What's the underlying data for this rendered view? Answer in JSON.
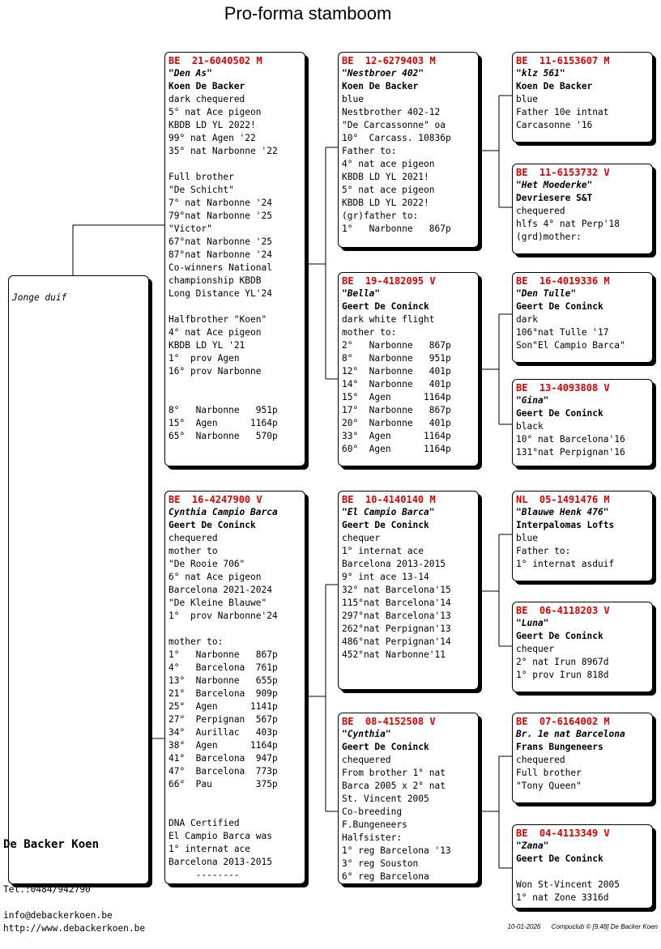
{
  "title": "Pro-forma stamboom",
  "subject": {
    "label": "Jonge duif"
  },
  "breeder": {
    "name": "De Backer Koen",
    "phone": "Tel.:0484/942790",
    "email": "info@debackerkoen.be",
    "web": "http://www.debackerkoen.be"
  },
  "footer": {
    "date": "10-01-2026",
    "software": "Compuclub © [9.48]  De Backer Koen"
  },
  "pigeons": {
    "father": {
      "ring": "BE  21-6040502 M",
      "name": "\"Den As\"",
      "owner": "Koen De Backer",
      "lines": [
        "dark chequered",
        "5° nat Ace pigeon",
        "KBDB LD YL 2022!",
        "99° nat Agen '22",
        "35° nat Narbonne '22",
        "",
        "Full brother",
        "\"De Schicht\"",
        "7° nat Narbonne '24",
        "79°nat Narbonne '25",
        "\"Victor\"",
        "67°nat Narbonne '25",
        "87°nat Narbonne '24",
        "Co-winners National",
        "championship KBDB",
        "Long Distance YL'24",
        "",
        "Halfbrother \"Koen\"",
        "4° nat Ace pigeon",
        "KBDB LD YL '21",
        "1°  prov Agen",
        "16° prov Narbonne",
        "",
        "",
        "8°   Narbonne   951p",
        "15°  Agen      1164p",
        "65°  Narbonne   570p"
      ]
    },
    "mother": {
      "ring": "BE  16-4247900 V",
      "name": "Cynthia Campio Barca",
      "owner": "Geert De Coninck",
      "lines": [
        "chequered",
        "mother to",
        "\"De Rooie 706\"",
        "6° nat Ace pigeon",
        "Barcelona 2021-2024",
        "\"De Kleine Blauwe\"",
        "1°  prov Narbonne'24",
        "",
        "mother to:",
        "1°   Narbonne   867p",
        "4°   Barcelona  761p",
        "13°  Narbonne   655p",
        "21°  Barcelona  909p",
        "25°  Agen      1141p",
        "27°  Perpignan  567p",
        "34°  Aurillac   403p",
        "38°  Agen      1164p",
        "41°  Barcelona  947p",
        "47°  Barcelona  773p",
        "66°  Pau        375p",
        "",
        "",
        "DNA Certified",
        "El Campio Barca was",
        "1° internat ace",
        "Barcelona 2013-2015",
        "     --------"
      ]
    },
    "ff": {
      "ring": "BE  12-6279403 M",
      "name": "\"Nestbroer 402\"",
      "owner": "Koen De Backer",
      "lines": [
        "blue",
        "Nestbrother 402-12",
        "\"De Carcassonne\" oa",
        "10°  Carcass. 10836p",
        "Father to:",
        "4° nat ace pigeon",
        "KBDB LD YL 2021!",
        "5° nat ace pigeon",
        "KBDB LD YL 2022!",
        "(gr)father to:",
        "1°   Narbonne   867p"
      ]
    },
    "fm": {
      "ring": "BE  19-4182095 V",
      "name": "\"Bella\"",
      "owner": "Geert De Coninck",
      "lines": [
        "dark white flight",
        "mother to:",
        "2°   Narbonne   867p",
        "8°   Narbonne   951p",
        "12°  Narbonne   401p",
        "14°  Narbonne   401p",
        "15°  Agen      1164p",
        "17°  Narbonne   867p",
        "20°  Narbonne   401p",
        "33°  Agen      1164p",
        "60°  Agen      1164p"
      ]
    },
    "mf": {
      "ring": "BE  10-4140140 M",
      "name": "\"El Campio Barca\"",
      "owner": "Geert De Coninck",
      "lines": [
        "chequer",
        "1° internat ace",
        "Barcelona 2013-2015",
        "9° int ace 13-14",
        "32° nat Barcelona'15",
        "115°nat Barcelona'14",
        "297°nat Barcelona'13",
        "262°nat Perpignan'13",
        "486°nat Perpignan'14",
        "452°nat Narbonne'11"
      ]
    },
    "mm": {
      "ring": "BE  08-4152508 V",
      "name": "\"Cynthia\"",
      "owner": "Geert De Coninck",
      "lines": [
        "chequered",
        "From brother 1° nat",
        "Barca 2005 x 2° nat",
        "St. Vincent 2005",
        "Co-breeding",
        "F.Bungeneers",
        "Halfsister:",
        "1° reg Barcelona '13",
        "3° reg Souston",
        "6° reg Barcelona"
      ]
    },
    "fff": {
      "ring": "BE  11-6153607 M",
      "name": "\"klz 561\"",
      "owner": "Koen De Backer",
      "lines": [
        "blue",
        "Father 10e intnat",
        "Carcasonne '16"
      ]
    },
    "ffm": {
      "ring": "BE  11-6153732 V",
      "name": "\"Het Moederke\"",
      "owner": "Devriesere S&T",
      "lines": [
        "chequered",
        "hlfs 4° nat Perp'18",
        "(grd)mother:"
      ]
    },
    "fmf": {
      "ring": "BE  16-4019336 M",
      "name": "\"Den Tulle\"",
      "owner": "Geert De Coninck",
      "lines": [
        "dark",
        "106°nat Tulle '17",
        "Son\"El Campio Barca\""
      ]
    },
    "fmm": {
      "ring": "BE  13-4093808 V",
      "name": "\"Gina\"",
      "owner": "Geert De Coninck",
      "lines": [
        "black",
        "10° nat Barcelona'16",
        "131°nat Perpignan'16"
      ]
    },
    "mff": {
      "ring": "NL  05-1491476 M",
      "name": "\"Blauwe Henk 476\"",
      "owner": "Interpalomas Lofts",
      "lines": [
        "blue",
        "Father to:",
        "1° internat asduif"
      ]
    },
    "mfm": {
      "ring": "BE  06-4118203 V",
      "name": "\"Luna\"",
      "owner": "Geert De Coninck",
      "lines": [
        "chequer",
        "2° nat Irun 8967d",
        "1° prov Irun 818d"
      ]
    },
    "mmf": {
      "ring": "BE  07-6164002 M",
      "name": "Br. 1e nat Barcelona",
      "owner": "Frans Bungeneers",
      "lines": [
        "chequered",
        "Full brother",
        "\"Tony Queen\""
      ]
    },
    "mmm": {
      "ring": "BE  04-4113349 V",
      "name": "\"Zana\"",
      "owner": "Geert De Coninck",
      "lines": [
        "",
        "Won St-Vincent 2005",
        "1° nat Zone 3316d"
      ]
    }
  }
}
